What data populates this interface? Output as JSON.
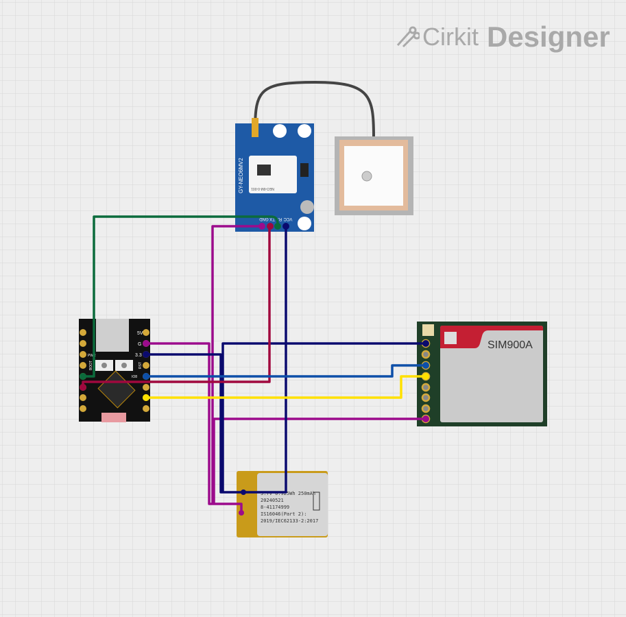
{
  "brand": {
    "name": "Cirkit",
    "product": "Designer"
  },
  "components": {
    "gps": {
      "board_label": "GY-NEO6MV2",
      "module_label": "NEO-6M-0-001",
      "pins": [
        "GND",
        "TX",
        "RX",
        "VCC"
      ]
    },
    "esp": {
      "pin_labels": [
        "5V",
        "G",
        "3.3",
        "RST",
        "IO8",
        "BOOT",
        "PWR"
      ]
    },
    "sim": {
      "label": "SIM900A"
    },
    "battery": {
      "lines": [
        "3.7V 0.925Wh 250mAh",
        "20240521",
        "8-41174999",
        "IS16046(Part 2):",
        "2019/IEC62133-2:2017"
      ]
    }
  },
  "colors": {
    "green": "#0b6b3c",
    "purple": "#9c0b8c",
    "navy": "#0a0a6e",
    "crimson": "#a0083e",
    "blue": "#0d4fa8",
    "yellow": "#ffe100"
  }
}
